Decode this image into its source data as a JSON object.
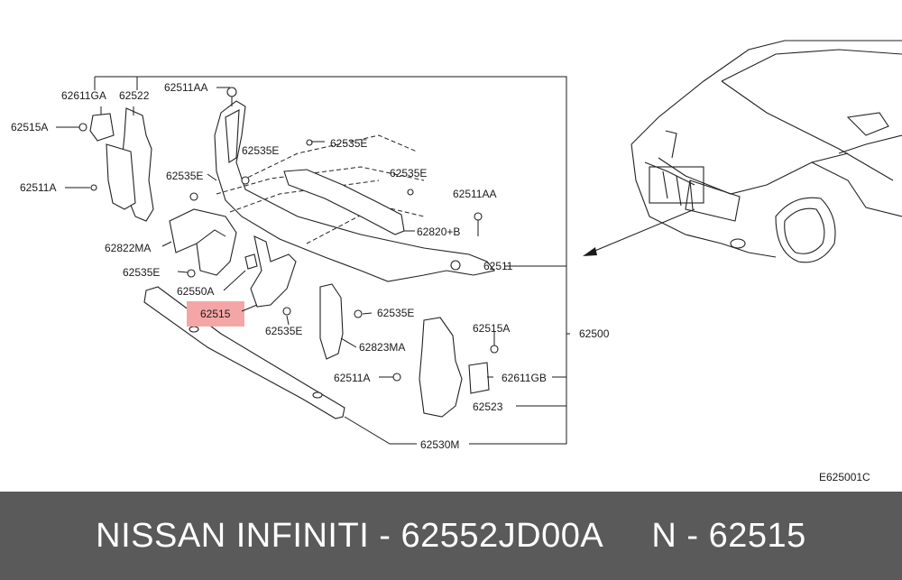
{
  "diagram": {
    "code": "E625001C",
    "highlight_color": "#f4a6a6",
    "labels": {
      "l62611GA": "62611GA",
      "l62522": "62522",
      "l62515A_left": "62515A",
      "l62511A_left": "62511A",
      "l62511AA_top": "62511AA",
      "l62535E_1": "62535E",
      "l62535E_2": "62535E",
      "l62535E_3": "62535E",
      "l62535E_4": "62535E",
      "l62535E_5": "62535E",
      "l62535E_6": "62535E",
      "l62822MA": "62822MA",
      "l62550A": "62550A",
      "l62515": "62515",
      "l62820B": "62820+B",
      "l62511AA_right": "62511AA",
      "l62511": "62511",
      "l62515A_right": "62515A",
      "l62823MA": "62823MA",
      "l62511A_right": "62511A",
      "l62611GB": "62611GB",
      "l62523": "62523",
      "l62530M": "62530M",
      "l62500": "62500"
    }
  },
  "footer": {
    "text": "NISSAN INFINITI - 62552JD00A     N - 62515"
  }
}
